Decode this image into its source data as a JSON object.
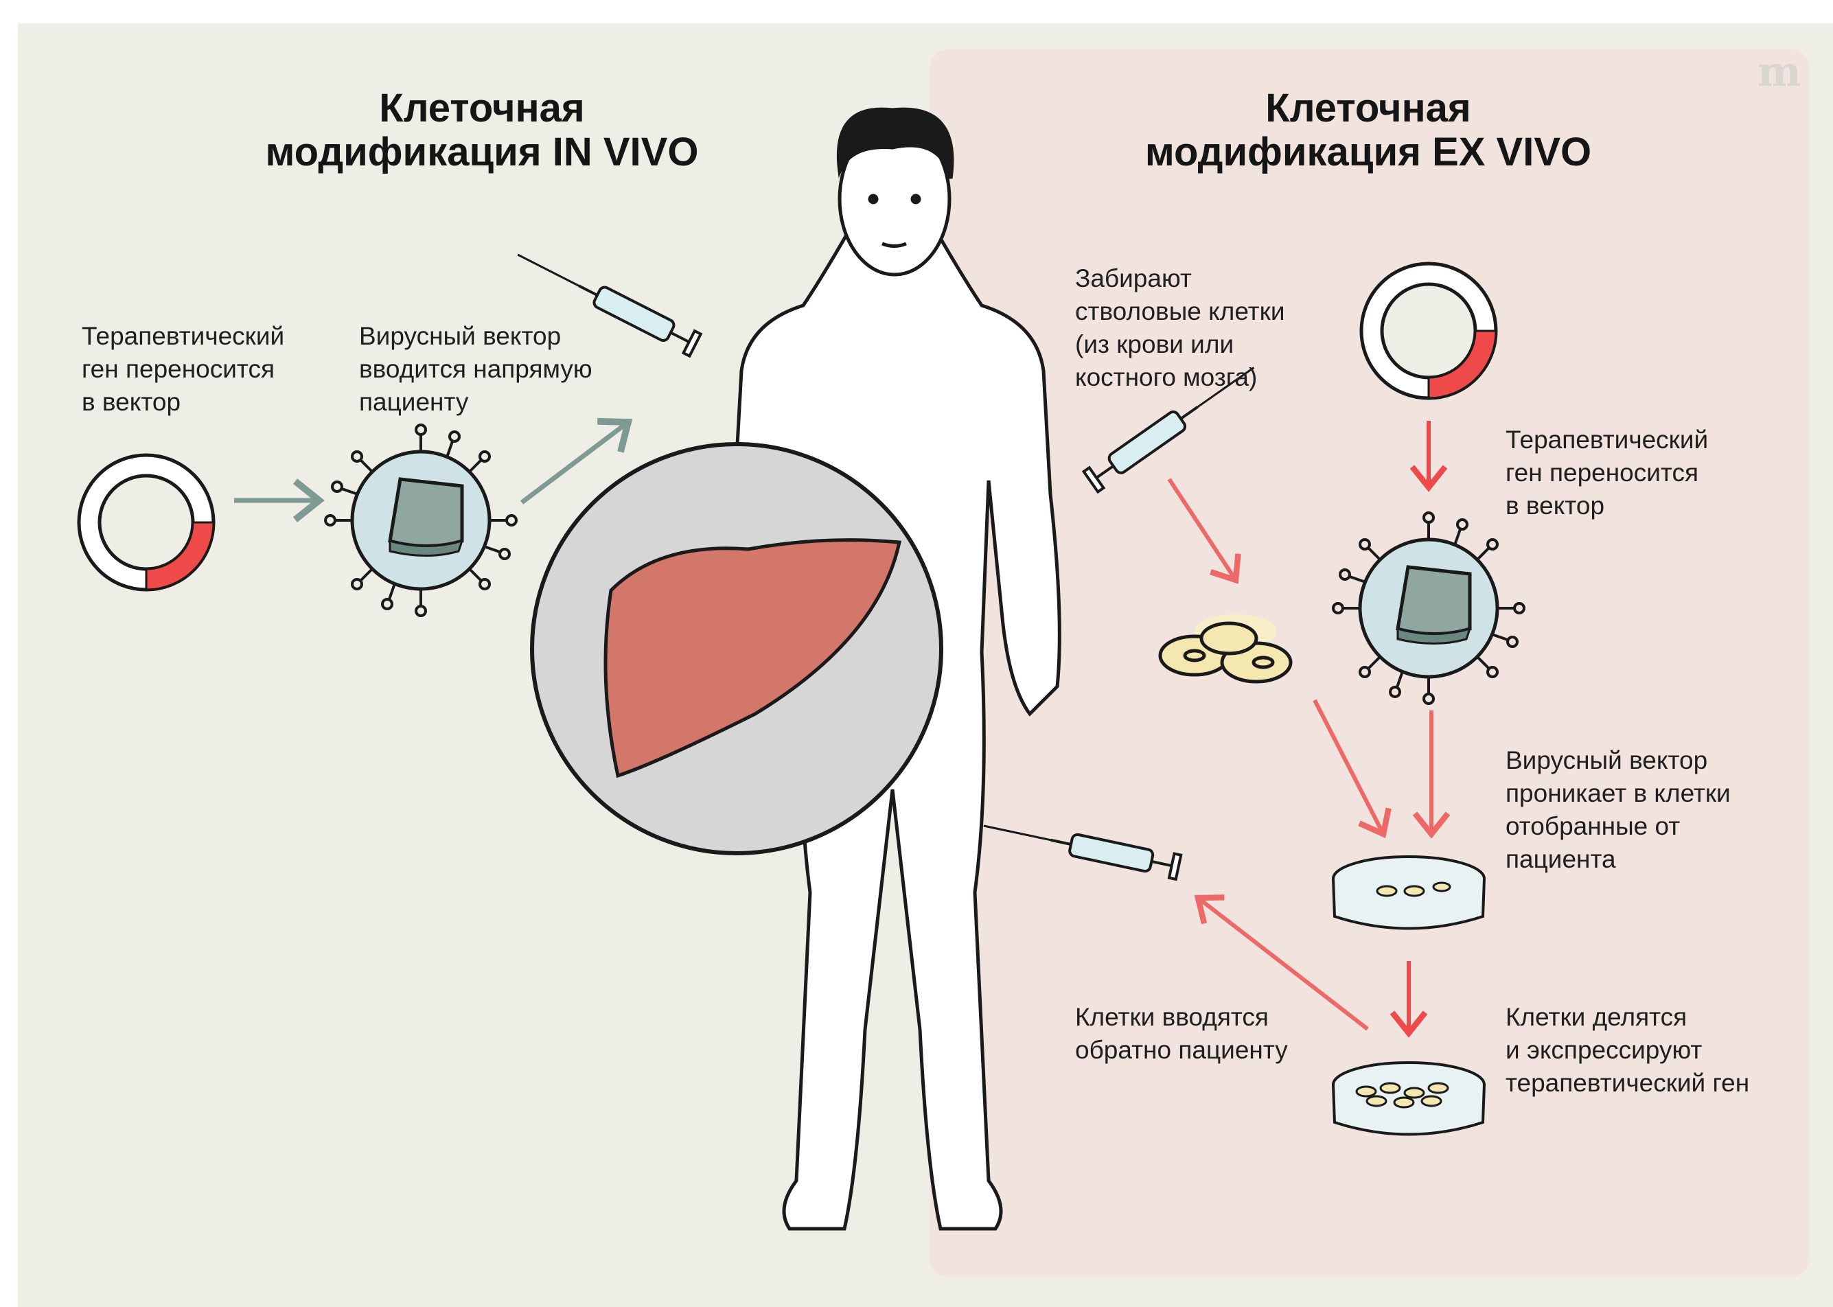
{
  "titles": {
    "in_vivo": [
      "Клеточная",
      "модификация IN VIVO"
    ],
    "ex_vivo": [
      "Клеточная",
      "модификация EX VIVO"
    ]
  },
  "in_vivo_steps": [
    [
      "Терапевтический",
      "ген переносится",
      "в вектор"
    ],
    [
      "Вирусный вектор",
      "вводится напрямую",
      "пациенту"
    ]
  ],
  "ex_vivo_steps": {
    "collect": [
      "Забирают",
      "стволовые клетки",
      "(из крови или",
      "костного мозга)"
    ],
    "transfer": [
      "Терапевтический",
      "ген переносится",
      "в вектор"
    ],
    "penetrate": [
      "Вирусный вектор",
      "проникает в клетки",
      "отобранные от",
      "пациента"
    ],
    "divide": [
      "Клетки делятся",
      "и экспрессируют",
      "терапевтический ген"
    ],
    "return": [
      "Клетки вводятся",
      "обратно пациенту"
    ]
  },
  "logo": "m",
  "colors": {
    "background": "#eeede6",
    "ex_vivo_panel": "#f1e3de",
    "red": "#ee4a4a",
    "green_arrow": "#7f9a92",
    "liver": "#d4776b",
    "virus": "#cfe3e6"
  }
}
